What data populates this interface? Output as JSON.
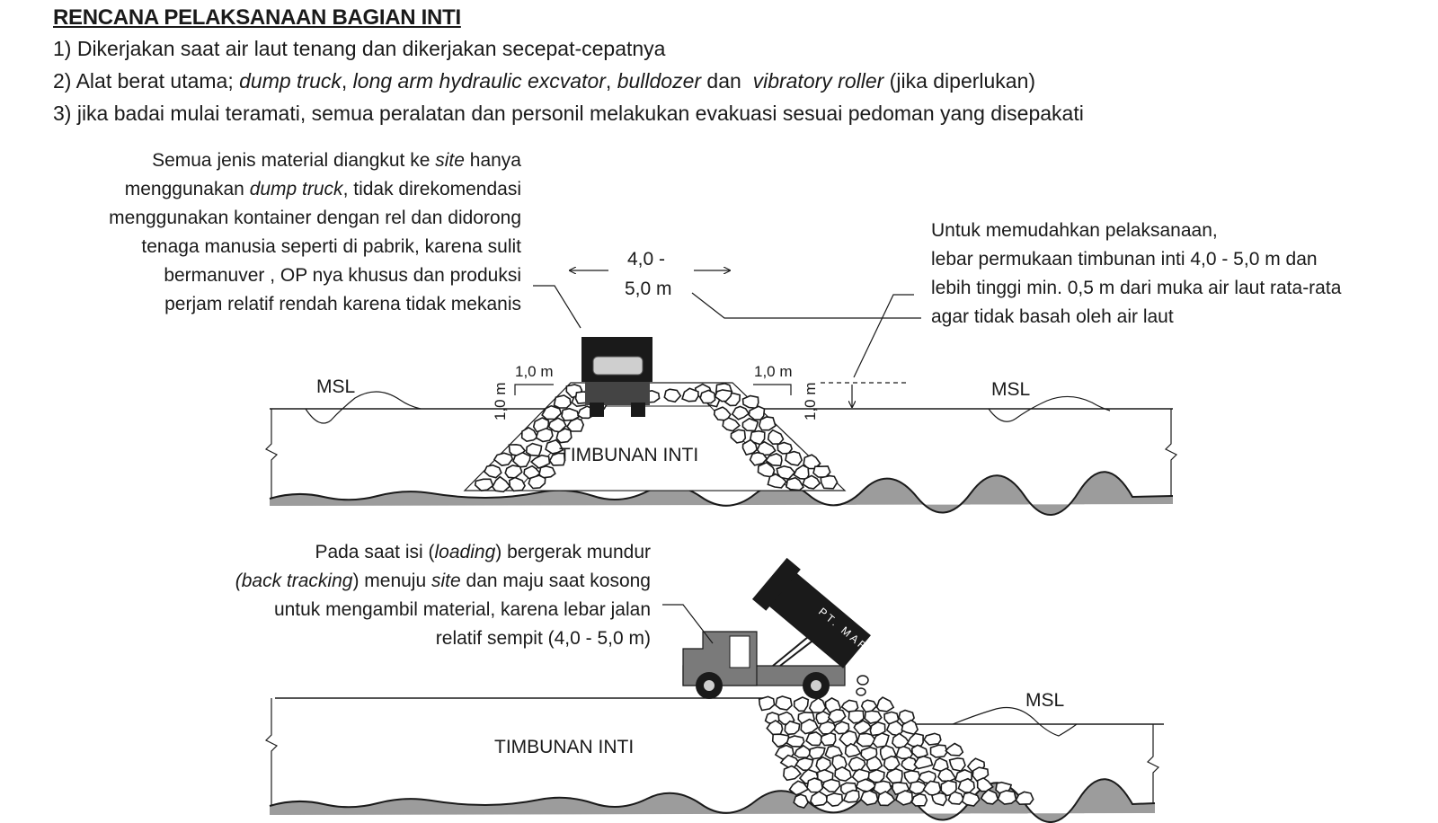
{
  "title": "RENCANA PELAKSANAAN BAGIAN INTI",
  "points": [
    {
      "label": "1) Dikerjakan saat air laut tenang dan dikerjakan secepat-cepatnya"
    },
    {
      "p1": "2) Alat berat utama; ",
      "i1": "dump truck",
      "p2": ", ",
      "i2": "long arm hydraulic excvator",
      "p3": ", ",
      "i3": "bulldozer",
      "p4": " dan  ",
      "i4": "vibratory roller",
      "p5": " (jika diperlukan)"
    },
    {
      "label": "3) jika badai mulai teramati, semua peralatan dan personil melakukan evakuasi  sesuai pedoman yang disepakati"
    }
  ],
  "note_dump_truck": {
    "line1_a": "Semua jenis material diangkut ke ",
    "line1_i": "site",
    "line1_b": " hanya",
    "line2_a": "menggunakan ",
    "line2_i": "dump truck",
    "line2_b": ", tidak direkomendasi",
    "line3": "menggunakan kontainer dengan rel dan didorong",
    "line4": "tenaga manusia seperti di pabrik,  karena sulit",
    "line5": "bermanuver , OP nya khusus dan produksi",
    "line6": "perjam relatif rendah karena tidak mekanis"
  },
  "note_width": {
    "line1": "Untuk memudahkan pelaksanaan,",
    "line2": "lebar permukaan timbunan inti 4,0 - 5,0 m dan",
    "line3": "lebih tinggi min. 0,5 m dari muka air laut rata-rata",
    "line4": "agar tidak basah oleh air laut"
  },
  "note_back_tracking": {
    "line1_a": "Pada saat isi (",
    "line1_i": "loading",
    "line1_b": ") bergerak mundur",
    "line2_i1": "(back tracking",
    "line2_a": ") menuju ",
    "line2_i2": "site",
    "line2_b": " dan maju saat kosong",
    "line3": "untuk mengambil material, karena lebar jalan",
    "line4": "relatif sempit (4,0 - 5,0 m)"
  },
  "diagram_top": {
    "width_top": "4,0 -",
    "width_bottom": "5,0 m",
    "dim_left_h": "1,0 m",
    "dim_left_v": "1,0 m",
    "dim_right_h": "1,0 m",
    "dim_right_v": "1,0 m",
    "msl_left": "MSL",
    "msl_right": "MSL",
    "core_label": "TIMBUNAN INTI"
  },
  "diagram_bottom": {
    "msl": "MSL",
    "core_label": "TIMBUNAN INTI",
    "truck_brand": "PT. MAR"
  }
}
